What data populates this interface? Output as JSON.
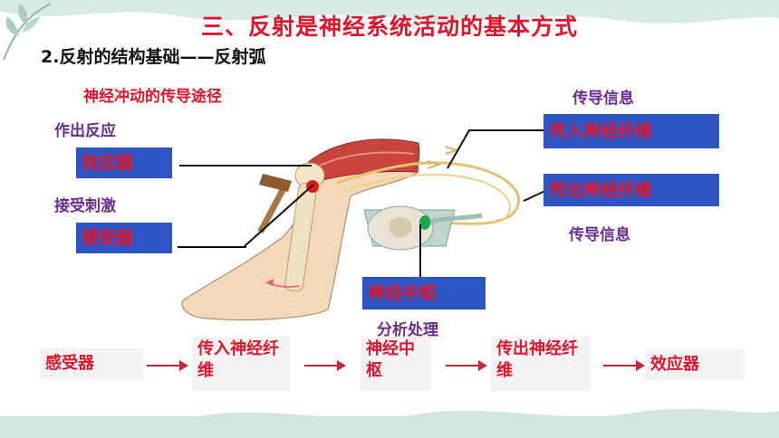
{
  "slide": {
    "title": "三、反射是神经系统活动的基本方式",
    "subtitle": "2.反射的结构基础——反射弧"
  },
  "labels": {
    "pathway_heading": "神经冲动的传导途径",
    "respond": "作出反应",
    "receive_stimulus": "接受刺激",
    "conduct_info_top": "传导信息",
    "conduct_info_bottom": "传导信息",
    "analyze_process": "分析处理"
  },
  "boxes": {
    "effector": "效应器",
    "receptor": "感受器",
    "afferent": "传入神经纤维",
    "efferent": "传出神经纤维",
    "center": "神经中枢"
  },
  "flow": {
    "steps": [
      "感受器",
      "传入神经纤维",
      "神经中枢",
      "传出神经纤维",
      "效应器"
    ]
  },
  "colors": {
    "accent_red": "#e0142a",
    "box_blue": "#2e55c4",
    "label_purple": "#6b2c91"
  }
}
